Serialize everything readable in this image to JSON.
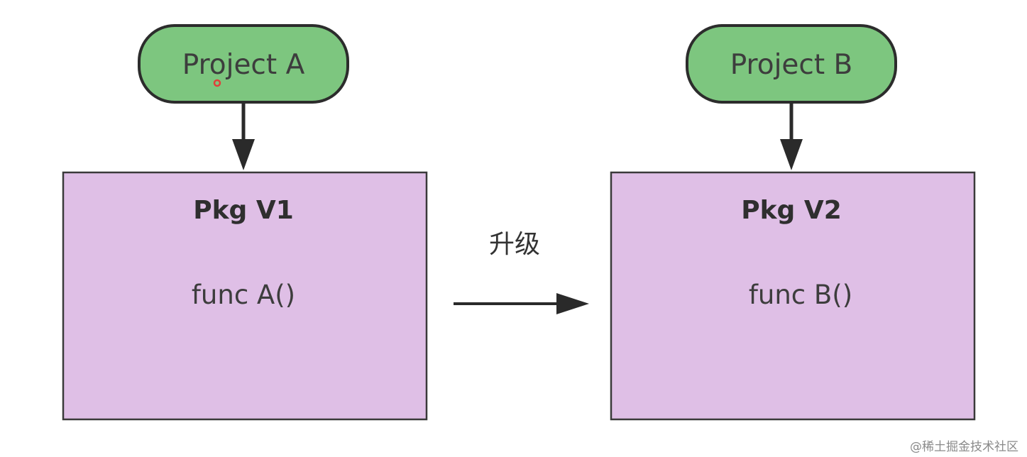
{
  "projects": [
    {
      "label": "Project A"
    },
    {
      "label": "Project B"
    }
  ],
  "packages": [
    {
      "title": "Pkg V1",
      "func": "func A()"
    },
    {
      "title": "Pkg V2",
      "func": "func B()"
    }
  ],
  "upgrade_label": "升级",
  "watermark": "@稀土掘金技术社区",
  "colors": {
    "project_fill": "#7dc67f",
    "project_stroke": "#2c2c2c",
    "package_fill": "#dfbfe6",
    "package_stroke": "#3a3a3a",
    "arrow": "#2a2a2a",
    "cursor_dot": "#e0403a"
  }
}
